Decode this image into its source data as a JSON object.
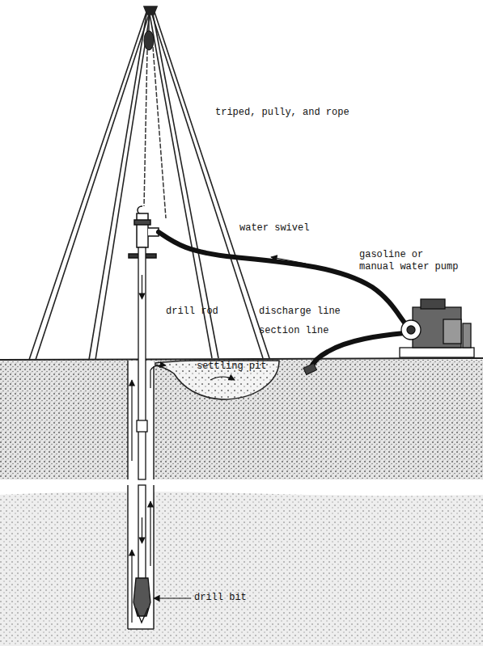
{
  "diagram": {
    "labels": [
      "triped, pully, and rope",
      "water swivel",
      "gasoline or manual water pump",
      "drill rod",
      "discharge line",
      "section line",
      "settling pit",
      "drill bit"
    ]
  }
}
